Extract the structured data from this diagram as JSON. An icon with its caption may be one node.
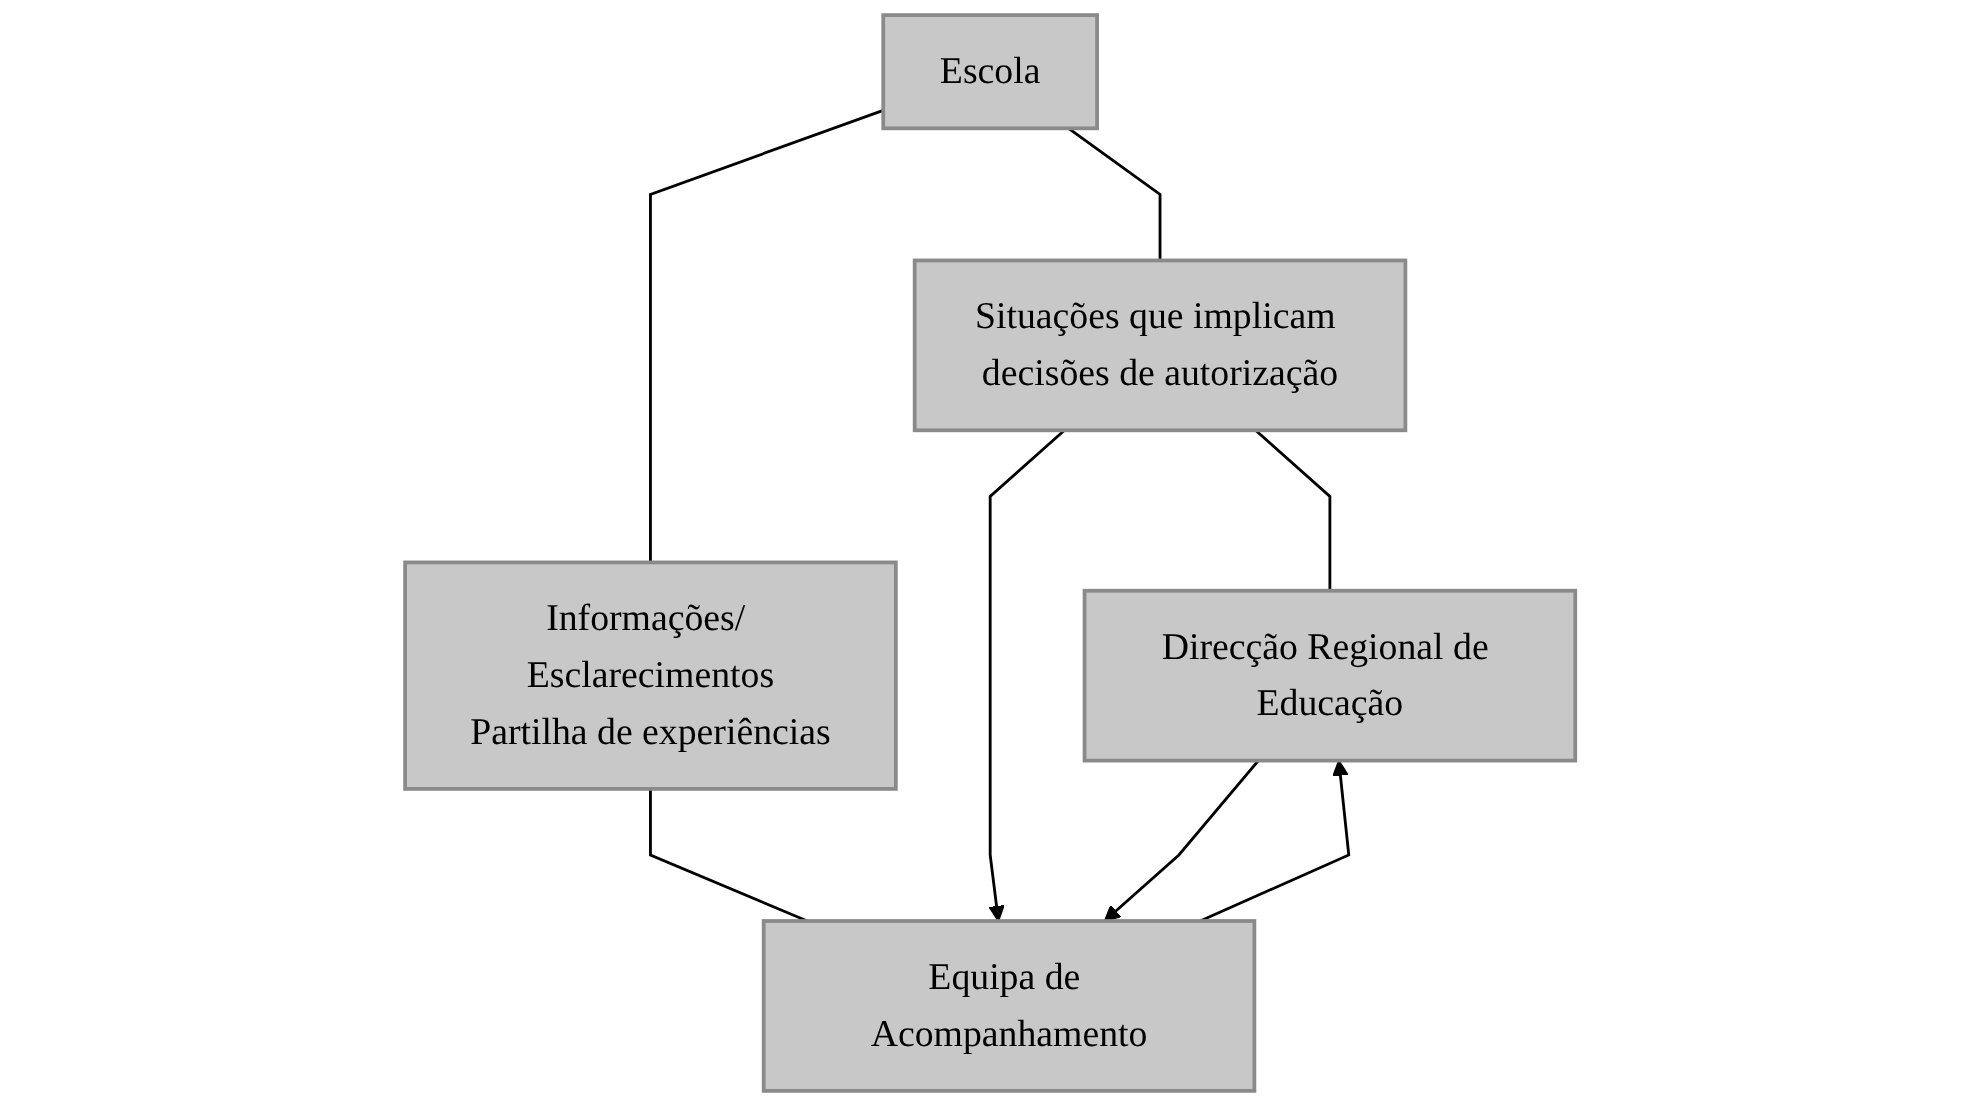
{
  "diagram": {
    "nodes": [
      {
        "text": [
          "Escola"
        ]
      },
      {
        "text": [
          "Situações que implicam decisões de autorização"
        ]
      },
      {
        "text": [
          "Informações/ Esclarecimentos",
          "Partilha de experiências"
        ]
      },
      {
        "text": [
          "Direcção Regional de Educação"
        ]
      },
      {
        "text": [
          "Equipa de Acompanhamento"
        ]
      }
    ],
    "edges": [
      {
        "from": 0,
        "to": 1,
        "arrow": "none"
      },
      {
        "from": 0,
        "to": 2,
        "arrow": "none"
      },
      {
        "from": 1,
        "to": 3,
        "arrow": "none"
      },
      {
        "from": 2,
        "to": 4,
        "arrow": "none"
      },
      {
        "from": 1,
        "to": 4,
        "arrow": "to"
      },
      {
        "from": 3,
        "to": 4,
        "arrow": "to"
      },
      {
        "from": 4,
        "to": 3,
        "arrow": "to"
      }
    ]
  }
}
